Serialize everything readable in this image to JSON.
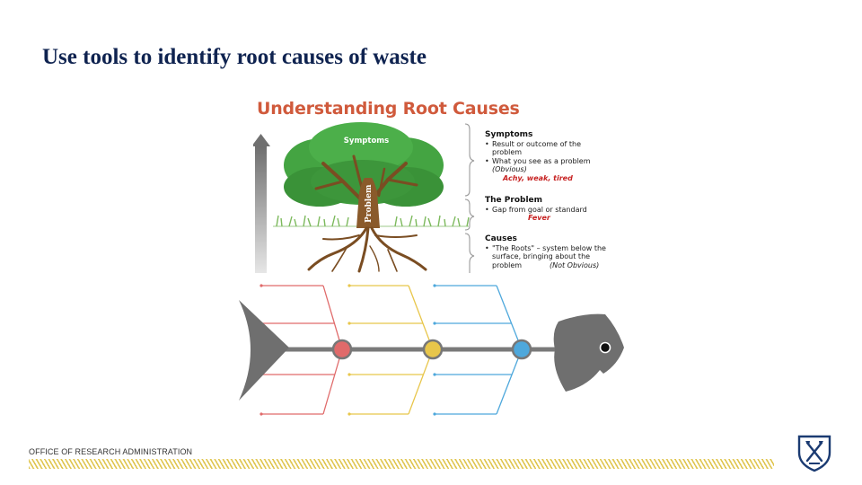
{
  "slide": {
    "title": "Use tools to identify root causes of waste",
    "footer_org": "OFFICE OF RESEARCH ADMINISTRATION",
    "logo_icon": "university-shield-logo"
  },
  "root_cause_tree": {
    "heading": "Understanding Root Causes",
    "canopy_label": "Symptoms",
    "trunk_label": "Problem",
    "sections": [
      {
        "title": "Symptoms",
        "bullets": [
          "Result or outcome of the problem",
          "What you see as a problem"
        ],
        "aside": "(Obvious)",
        "example": "Achy, weak, tired"
      },
      {
        "title": "The Problem",
        "bullets": [
          "Gap from goal or standard"
        ],
        "aside": "",
        "example": "Fever"
      },
      {
        "title": "Causes",
        "bullets": [
          "\"The Roots\" – system below the surface, bringing about the problem"
        ],
        "aside": "(Not Obvious)",
        "example": ""
      }
    ]
  },
  "fishbone": {
    "bone_colors": [
      "#e06a6a",
      "#e8c64a",
      "#4ea8dc"
    ],
    "spine_color": "#7a7a7a",
    "fish_color": "#6f6f6f"
  }
}
